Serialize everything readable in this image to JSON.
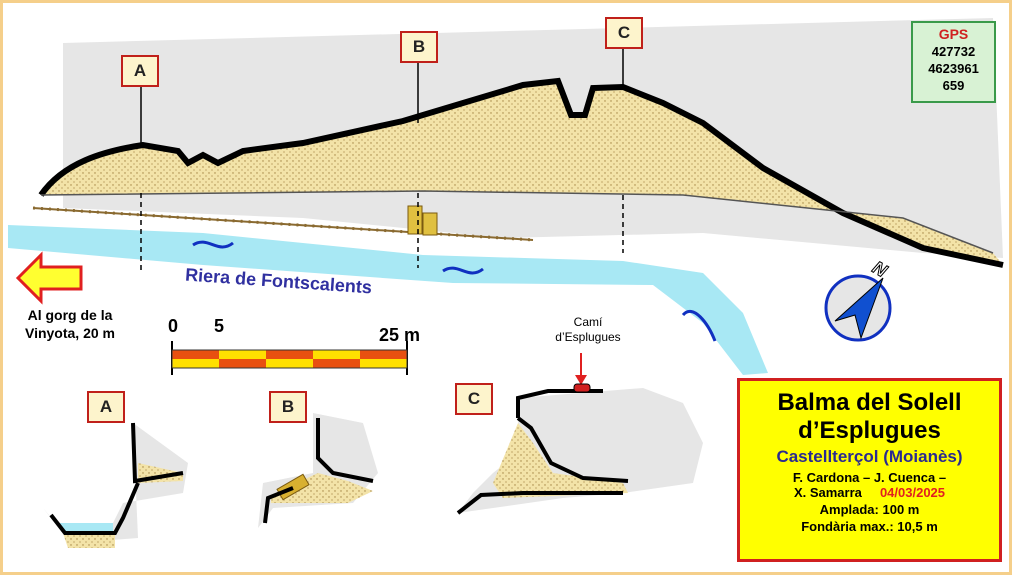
{
  "gps": {
    "label": "GPS",
    "x": "427732",
    "y": "4623961",
    "z": "659"
  },
  "sections": {
    "a": "A",
    "b": "B",
    "c": "C"
  },
  "river_name": "Riera de Fontscalents",
  "arrow_note": "Al gorg de la Vinyota, 20 m",
  "scale": {
    "t0": "0",
    "t5": "5",
    "t25": "25 m"
  },
  "path_label": "Camí d’Esplugues",
  "north": "N",
  "title_box": {
    "name_line1": "Balma del Solell",
    "name_line2": "d’Esplugues",
    "location": "Castellterçol  (Moianès)",
    "authors_line1": "F. Cardona – J. Cuenca –",
    "authors_line2": "X. Samarra",
    "date": "04/03/2025",
    "width": "Amplada: 100 m",
    "depth": "Fondària max.: 10,5 m"
  },
  "colors": {
    "rock": "#e6e6e6",
    "sediment": "#f3e3a8",
    "water": "#a8e8f4",
    "river_text": "#3030a0",
    "accent": "#d02020",
    "title_bg": "#ffff00"
  }
}
